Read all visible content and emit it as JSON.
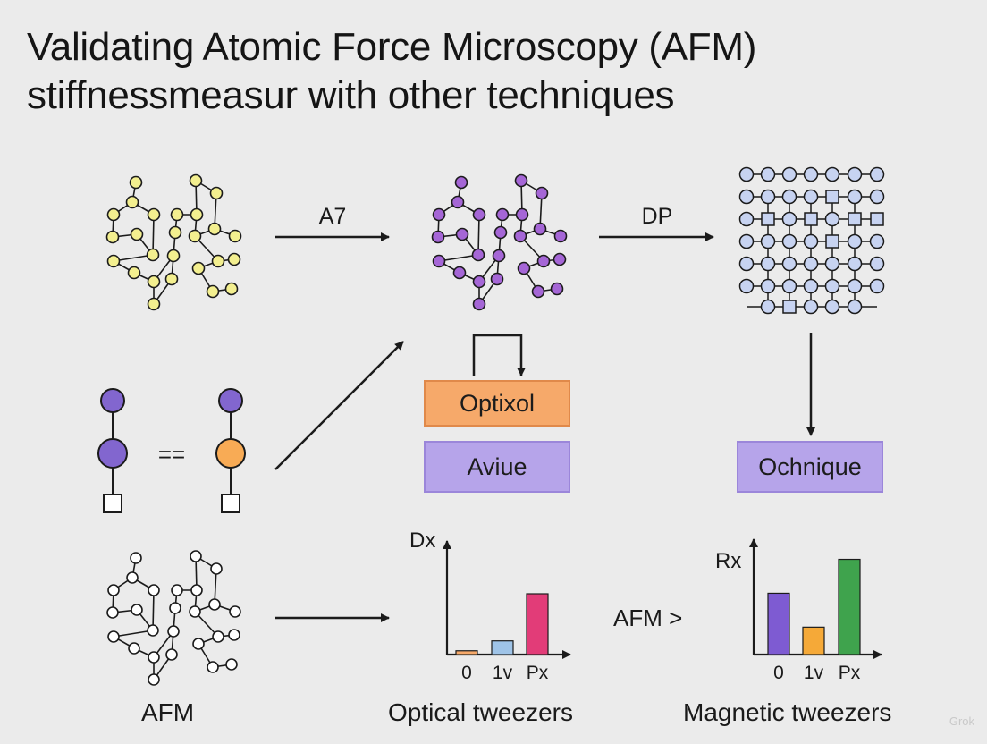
{
  "title": {
    "line1": "Validating Atomic Force Microscopy (AFM)",
    "line2": "stiffnessmeasur with other techniques"
  },
  "arrows": {
    "first_label": "A7",
    "second_label": "DP"
  },
  "boxes": {
    "orange": "Optixol",
    "purple": "Aviue",
    "right": "Ochnique"
  },
  "middle_row": {
    "equals_sign": "=="
  },
  "bottom_row": {
    "left_label": "AFM",
    "center_label": "Optical tweezers",
    "right_label": "Magnetic tweezers",
    "comparison_text": "AFM >"
  },
  "chart_data": [
    {
      "type": "bar",
      "ylabel": "Dx",
      "categories": [
        "0",
        "1v",
        "Px"
      ],
      "values": [
        0.5,
        1.8,
        8.0
      ],
      "colors": [
        "#f6a96a",
        "#9fc4e8",
        "#e23c78"
      ],
      "ylim": [
        0,
        14
      ],
      "grid": false
    },
    {
      "type": "bar",
      "ylabel": "Rx",
      "categories": [
        "0",
        "1v",
        "Px"
      ],
      "values": [
        8.5,
        3.8,
        13.2
      ],
      "colors": [
        "#7e5bd2",
        "#f5a938",
        "#3fa34d"
      ],
      "ylim": [
        0,
        15
      ],
      "grid": false
    }
  ],
  "colors": {
    "yellow_node": "#f3ef8f",
    "purple_node": "#a566d6",
    "blue_node": "#c7d3f1",
    "white_node": "#ffffff",
    "orange_node": "#f8ab55",
    "dark_purple_node": "#8266cf",
    "stroke": "#1b1b1b"
  },
  "watermark": "Grok"
}
